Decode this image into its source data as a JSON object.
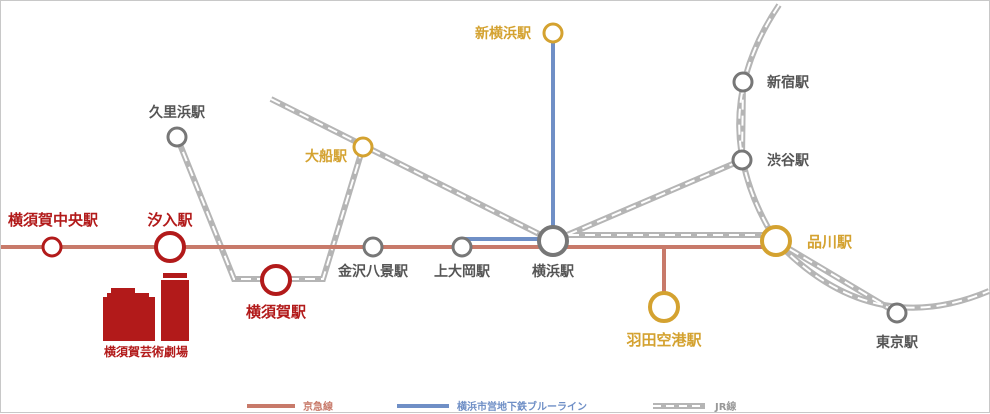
{
  "stations": {
    "yokosuka_chuo": "横須賀中央駅",
    "shioiri": "汐入駅",
    "yokosuka": "横須賀駅",
    "kurihama": "久里浜駅",
    "ofuna": "大船駅",
    "kanazawa_hakkei": "金沢八景駅",
    "kamiooka": "上大岡駅",
    "yokohama": "横浜駅",
    "shin_yokohama": "新横浜駅",
    "shinjuku": "新宿駅",
    "shibuya": "渋谷駅",
    "shinagawa": "品川駅",
    "haneda": "羽田空港駅",
    "tokyo": "東京駅"
  },
  "landmark": {
    "name": "横須賀芸術劇場",
    "icon": "theater-building-icon"
  },
  "legend": {
    "keikyu": "京急線",
    "blue_line": "横浜市営地下鉄ブルーライン",
    "jr": "JR線"
  },
  "colors": {
    "keikyu": "#c87a6a",
    "blue_line": "#6f8fc6",
    "jr": "#aaaaaa",
    "station_red": "#b21a1a",
    "station_gold": "#d4a230",
    "station_gray": "#777777"
  }
}
